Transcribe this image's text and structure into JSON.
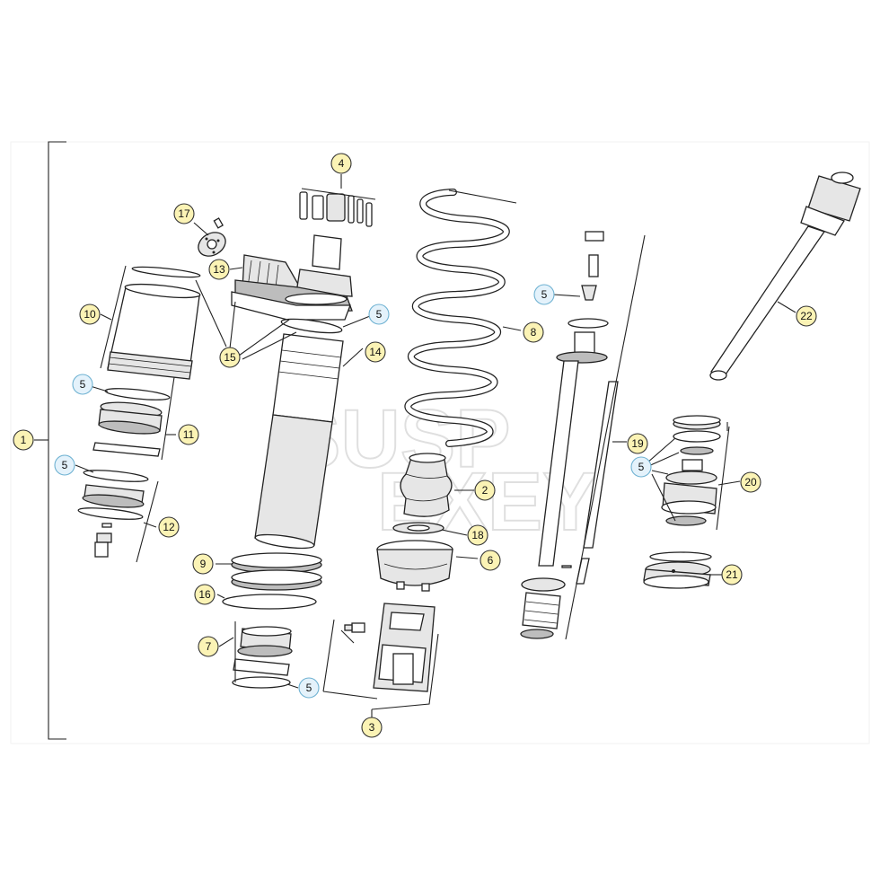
{
  "callouts": {
    "c1": "1",
    "c2": "2",
    "c3": "3",
    "c4": "4",
    "c5a": "5",
    "c5b": "5",
    "c5c": "5",
    "c5d": "5",
    "c5e": "5",
    "c5f": "5",
    "c6": "6",
    "c7": "7",
    "c8": "8",
    "c9": "9",
    "c10": "10",
    "c11": "11",
    "c12": "12",
    "c13": "13",
    "c14": "14",
    "c15": "15",
    "c16": "16",
    "c17": "17",
    "c18": "18",
    "c19": "19",
    "c20": "20",
    "c21": "21",
    "c22": "22"
  },
  "colors": {
    "callout_fill": "#fbf3b5",
    "callout_highlight_fill": "#e4f2fb",
    "callout_highlight_stroke": "#6fb2d2",
    "line": "#222222"
  }
}
